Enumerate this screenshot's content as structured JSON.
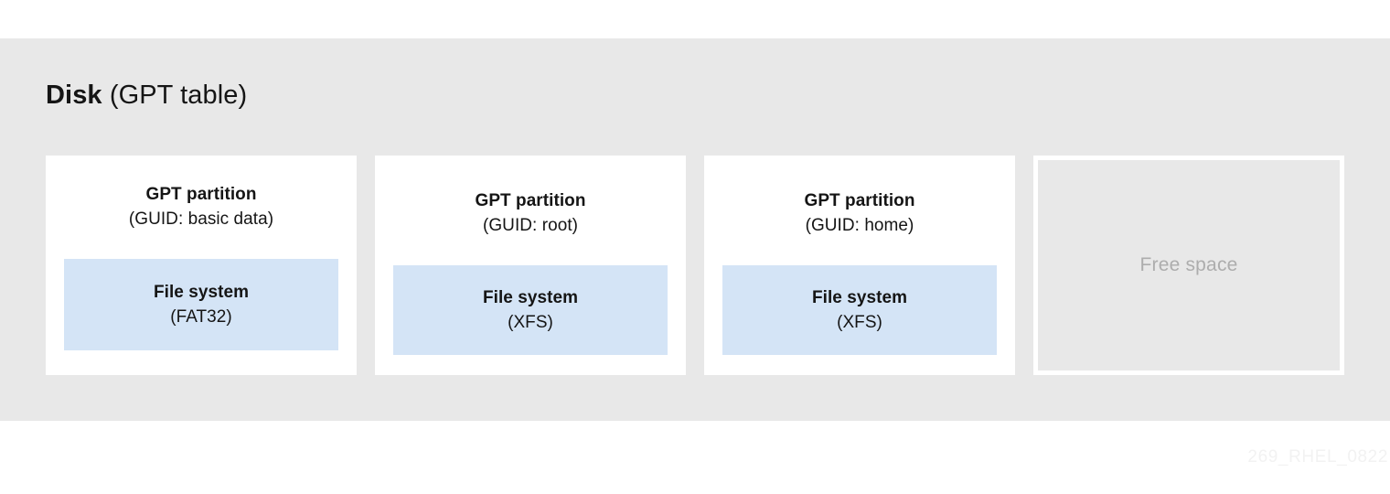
{
  "diagram": {
    "title_strong": "Disk",
    "title_light": " (GPT table)",
    "background_color": "#e8e8e8",
    "card_color": "#ffffff",
    "filesystem_color": "#d4e4f6",
    "text_color": "#151515",
    "muted_text_color": "#adadad"
  },
  "partitions": [
    {
      "title": "GPT partition",
      "guid": "(GUID: basic data)",
      "fs_title": "File system",
      "fs_type": "(FAT32)"
    },
    {
      "title": "GPT partition",
      "guid": "(GUID: root)",
      "fs_title": "File system",
      "fs_type": "(XFS)"
    },
    {
      "title": "GPT partition",
      "guid": "(GUID: home)",
      "fs_title": "File system",
      "fs_type": "(XFS)"
    }
  ],
  "free_space": {
    "label": "Free space"
  },
  "watermark": {
    "text": "269_RHEL_0822"
  }
}
